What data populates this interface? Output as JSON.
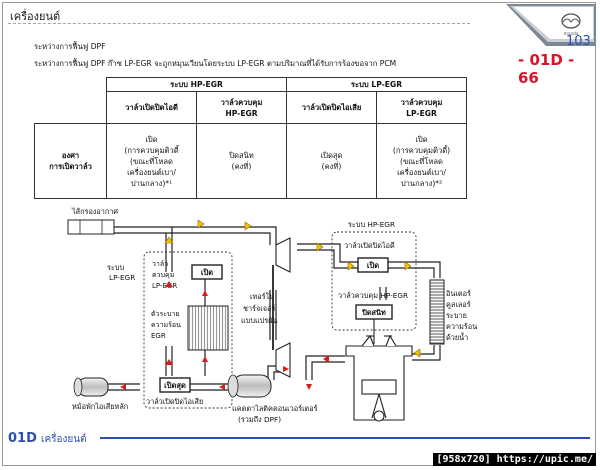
{
  "header": {
    "title": "เครื่องยนต์",
    "page_number": "103",
    "page_code": "- 01D - 66"
  },
  "intro": {
    "line1": "ระหว่างการฟื้นฟู DPF",
    "line2": "ระหว่างการฟื้นฟู DPF ก๊าซ LP-EGR จะถูกหมุนเวียนโดยระบบ LP-EGR ตามปริมาณที่ได้รับการร้องขอจาก PCM"
  },
  "table": {
    "group_hp": "ระบบ HP-EGR",
    "group_lp": "ระบบ LP-EGR",
    "col1_h": "วาล์วเปิดปิดไอดี",
    "col2_h1": "วาล์วควบคุม",
    "col2_h2": "HP-EGR",
    "col3_h": "วาล์วเปิดปิดไอเสีย",
    "col4_h1": "วาล์วควบคุม",
    "col4_h2": "LP-EGR",
    "row_label1": "องศา",
    "row_label2": "การเปิดวาล์ว",
    "c1": [
      "เปิด",
      "(การควบคุมติวดี้",
      "(ขณะที่โหลด",
      "เครื่องยนต์เบา/",
      "ปานกลาง)*¹"
    ],
    "c2": [
      "ปิดสนิท",
      "(คงที่)"
    ],
    "c3": [
      "เปิดสุด",
      "(คงที่)"
    ],
    "c4": [
      "เปิด",
      "(การควบคุมติวดี้)",
      "(ขณะที่โหลด",
      "เครื่องยนต์เบา/",
      "ปานกลาง)*²"
    ]
  },
  "diagram": {
    "air_filter": "ไส้กรองอากาศ",
    "lp_system1": "ระบบ",
    "lp_system2": "LP-EGR",
    "lp_valve1": "วาล์ว",
    "lp_valve2": "ควบคุม",
    "lp_valve3": "LP-EGR",
    "lp_valve_state": "เปิด",
    "egr_cooler1": "ตัวระบาย",
    "egr_cooler2": "ความร้อน",
    "egr_cooler3": "EGR",
    "exhaust_valve_state": "เปิดสุด",
    "exhaust_valve": "วาล์วเปิดปิดไอเสีย",
    "muffler": "หม้อพักไอเสียหลัก",
    "turbo1": "เทอร์โบ",
    "turbo2": "ชาร์จเจอร์",
    "turbo3": "แบบแปรผัน",
    "catalyst1": "แคตตาไลติคคอนเวอร์เตอร์",
    "catalyst2": "(รวมถึง DPF)",
    "hp_system": "ระบบ HP-EGR",
    "intake_valve": "วาล์วเปิดปิดไอดี",
    "intake_valve_state": "เปิด",
    "hp_valve": "วาล์วควบคุม HP-EGR",
    "hp_valve_state": "ปิดสนิท",
    "intercooler1": "อินเตอร์",
    "intercooler2": "คูลเลอร์",
    "intercooler3": "ระบาย",
    "intercooler4": "ความร้อน",
    "intercooler5": "ด้วยน้ำ"
  },
  "footer": {
    "code": "01D",
    "title": "เครื่องยนต์"
  },
  "credit": "[958x720] https://upic.me/",
  "colors": {
    "accent_blue": "#2a4fb0",
    "code_red": "#d8152a",
    "arrow_red": "#d81b1b",
    "arrow_yellow": "#f2c200"
  }
}
